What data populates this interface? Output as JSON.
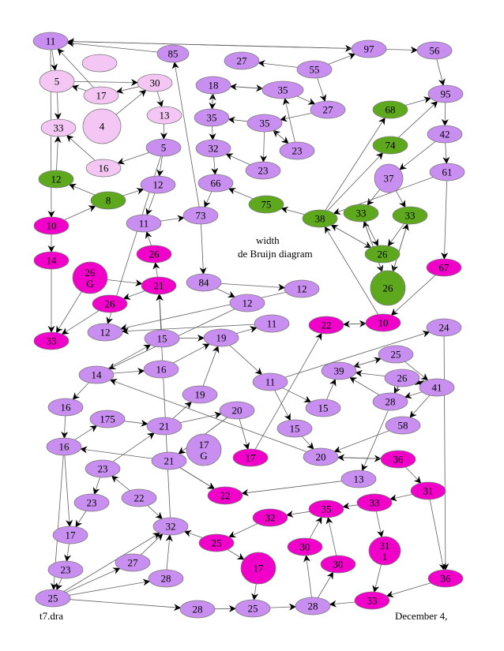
{
  "colors": {
    "lavender": "#c98ff0",
    "pink": "#f4c6f4",
    "green": "#5ea81e",
    "magenta": "#f000c8",
    "edge": "#606060",
    "node_stroke": "#7a7a7a"
  },
  "caption": {
    "title_line1": "width",
    "title_line2": "de Bruijn diagram",
    "file_name": "t7.dra",
    "date": "December 4,"
  },
  "nodes": [
    {
      "id": "n11a",
      "label": "11",
      "color": "lavender"
    },
    {
      "id": "n85",
      "label": "85",
      "color": "lavender"
    },
    {
      "id": "n97",
      "label": "97",
      "color": "lavender"
    },
    {
      "id": "n56",
      "label": "56",
      "color": "lavender"
    },
    {
      "id": "nblank",
      "label": "",
      "color": "pink"
    },
    {
      "id": "n27a",
      "label": "27",
      "color": "lavender"
    },
    {
      "id": "n55",
      "label": "55",
      "color": "lavender"
    },
    {
      "id": "n5a",
      "label": "5",
      "color": "pink"
    },
    {
      "id": "n17a",
      "label": "17",
      "color": "pink"
    },
    {
      "id": "n30a",
      "label": "30",
      "color": "pink"
    },
    {
      "id": "n18",
      "label": "18",
      "color": "lavender"
    },
    {
      "id": "n35a",
      "label": "35",
      "color": "lavender"
    },
    {
      "id": "n95",
      "label": "95",
      "color": "lavender"
    },
    {
      "id": "n68",
      "label": "68",
      "color": "green"
    },
    {
      "id": "n27b",
      "label": "27",
      "color": "lavender"
    },
    {
      "id": "n13a",
      "label": "13",
      "color": "pink"
    },
    {
      "id": "n4",
      "label": "4",
      "color": "pink"
    },
    {
      "id": "n35b",
      "label": "35",
      "color": "lavender"
    },
    {
      "id": "n35c",
      "label": "35",
      "color": "lavender"
    },
    {
      "id": "n33a",
      "label": "33",
      "color": "pink"
    },
    {
      "id": "n42",
      "label": "42",
      "color": "lavender"
    },
    {
      "id": "n5b",
      "label": "5",
      "color": "lavender"
    },
    {
      "id": "n32a",
      "label": "32",
      "color": "lavender"
    },
    {
      "id": "n23a",
      "label": "23",
      "color": "lavender"
    },
    {
      "id": "n74",
      "label": "74",
      "color": "green"
    },
    {
      "id": "n16a",
      "label": "16",
      "color": "pink"
    },
    {
      "id": "n23b",
      "label": "23",
      "color": "lavender"
    },
    {
      "id": "n61",
      "label": "61",
      "color": "lavender"
    },
    {
      "id": "n12a",
      "label": "12",
      "color": "green"
    },
    {
      "id": "n37",
      "label": "37",
      "color": "lavender"
    },
    {
      "id": "n66",
      "label": "66",
      "color": "lavender"
    },
    {
      "id": "n12b",
      "label": "12",
      "color": "lavender"
    },
    {
      "id": "n8",
      "label": "8",
      "color": "green"
    },
    {
      "id": "n75",
      "label": "75",
      "color": "green"
    },
    {
      "id": "n33b",
      "label": "33",
      "color": "green"
    },
    {
      "id": "n33c",
      "label": "33",
      "color": "green"
    },
    {
      "id": "n10a",
      "label": "10",
      "color": "magenta"
    },
    {
      "id": "n73",
      "label": "73",
      "color": "lavender"
    },
    {
      "id": "n11b",
      "label": "11",
      "color": "lavender"
    },
    {
      "id": "n38",
      "label": "38",
      "color": "green"
    },
    {
      "id": "n26a",
      "label": "26",
      "color": "magenta"
    },
    {
      "id": "n26b",
      "label": "26",
      "color": "green"
    },
    {
      "id": "n14a",
      "label": "14",
      "color": "magenta"
    },
    {
      "id": "n26G",
      "label": "26",
      "sub": "G",
      "color": "magenta"
    },
    {
      "id": "n67",
      "label": "67",
      "color": "magenta"
    },
    {
      "id": "n21a",
      "label": "21",
      "color": "magenta"
    },
    {
      "id": "n84",
      "label": "84",
      "color": "lavender"
    },
    {
      "id": "n26c",
      "label": "26",
      "color": "green"
    },
    {
      "id": "n26d",
      "label": "26",
      "color": "magenta"
    },
    {
      "id": "n12c",
      "label": "12",
      "color": "lavender"
    },
    {
      "id": "n12d",
      "label": "12",
      "color": "lavender"
    },
    {
      "id": "n33d",
      "label": "33",
      "color": "magenta"
    },
    {
      "id": "n10b",
      "label": "10",
      "color": "magenta"
    },
    {
      "id": "n22a",
      "label": "22",
      "color": "magenta"
    },
    {
      "id": "n11c",
      "label": "11",
      "color": "lavender"
    },
    {
      "id": "n12e",
      "label": "12",
      "color": "lavender"
    },
    {
      "id": "n24",
      "label": "24",
      "color": "lavender"
    },
    {
      "id": "n15a",
      "label": "15",
      "color": "lavender"
    },
    {
      "id": "n19a",
      "label": "19",
      "color": "lavender"
    },
    {
      "id": "n25a",
      "label": "25",
      "color": "lavender"
    },
    {
      "id": "n14b",
      "label": "14",
      "color": "lavender"
    },
    {
      "id": "n16b",
      "label": "16",
      "color": "lavender"
    },
    {
      "id": "n39",
      "label": "39",
      "color": "lavender"
    },
    {
      "id": "n26e",
      "label": "26",
      "color": "lavender"
    },
    {
      "id": "n11d",
      "label": "11",
      "color": "lavender"
    },
    {
      "id": "n41",
      "label": "41",
      "color": "lavender"
    },
    {
      "id": "n19b",
      "label": "19",
      "color": "lavender"
    },
    {
      "id": "n28a",
      "label": "28",
      "color": "lavender"
    },
    {
      "id": "n16c",
      "label": "16",
      "color": "lavender"
    },
    {
      "id": "n15b",
      "label": "15",
      "color": "lavender"
    },
    {
      "id": "n20a",
      "label": "20",
      "color": "lavender"
    },
    {
      "id": "n175",
      "label": "175",
      "color": "lavender"
    },
    {
      "id": "n21b",
      "label": "21",
      "color": "lavender"
    },
    {
      "id": "n58",
      "label": "58",
      "color": "lavender"
    },
    {
      "id": "n15c",
      "label": "15",
      "color": "lavender"
    },
    {
      "id": "n16d",
      "label": "16",
      "color": "lavender"
    },
    {
      "id": "n17G",
      "label": "17",
      "sub": "G",
      "color": "lavender"
    },
    {
      "id": "n21c",
      "label": "21",
      "color": "lavender"
    },
    {
      "id": "n17b",
      "label": "17",
      "color": "magenta"
    },
    {
      "id": "n20b",
      "label": "20",
      "color": "lavender"
    },
    {
      "id": "n36a",
      "label": "36",
      "color": "magenta"
    },
    {
      "id": "n23c",
      "label": "23",
      "color": "lavender"
    },
    {
      "id": "n13b",
      "label": "13",
      "color": "lavender"
    },
    {
      "id": "n31a",
      "label": "31",
      "color": "magenta"
    },
    {
      "id": "n22b",
      "label": "22",
      "color": "lavender"
    },
    {
      "id": "n22c",
      "label": "22",
      "color": "magenta"
    },
    {
      "id": "n23d",
      "label": "23",
      "color": "lavender"
    },
    {
      "id": "n35d",
      "label": "35",
      "color": "magenta"
    },
    {
      "id": "n33e",
      "label": "33",
      "color": "magenta"
    },
    {
      "id": "n32b",
      "label": "32",
      "color": "magenta"
    },
    {
      "id": "n32c",
      "label": "32",
      "color": "lavender"
    },
    {
      "id": "n17c",
      "label": "17",
      "color": "lavender"
    },
    {
      "id": "n25b",
      "label": "25",
      "color": "magenta"
    },
    {
      "id": "n30b",
      "label": "30",
      "color": "magenta"
    },
    {
      "id": "n31b",
      "label": "31",
      "sub": "1",
      "color": "magenta"
    },
    {
      "id": "n17d",
      "label": "17",
      "color": "magenta"
    },
    {
      "id": "n27c",
      "label": "27",
      "color": "lavender"
    },
    {
      "id": "n30c",
      "label": "30",
      "color": "magenta"
    },
    {
      "id": "n23e",
      "label": "23",
      "color": "lavender"
    },
    {
      "id": "n28b",
      "label": "28",
      "color": "lavender"
    },
    {
      "id": "n36b",
      "label": "36",
      "color": "magenta"
    },
    {
      "id": "n25c",
      "label": "25",
      "color": "lavender"
    },
    {
      "id": "n33f",
      "label": "33",
      "color": "magenta"
    },
    {
      "id": "n28c",
      "label": "28",
      "color": "lavender"
    },
    {
      "id": "n25d",
      "label": "25",
      "color": "lavender"
    },
    {
      "id": "n28d",
      "label": "28",
      "color": "lavender"
    }
  ],
  "edges": [
    [
      "n11a",
      "n97"
    ],
    [
      "n97",
      "n11a"
    ],
    [
      "n97",
      "n56"
    ],
    [
      "n55",
      "n97"
    ],
    [
      "n56",
      "n95"
    ],
    [
      "n55",
      "n27a"
    ],
    [
      "n55",
      "n27b"
    ],
    [
      "n95",
      "n42"
    ],
    [
      "n42",
      "n37"
    ],
    [
      "n42",
      "n61"
    ],
    [
      "n68",
      "n95"
    ],
    [
      "n74",
      "n95"
    ],
    [
      "n38",
      "n74"
    ],
    [
      "n37",
      "n33b"
    ],
    [
      "n37",
      "n33c"
    ],
    [
      "n33b",
      "n26c"
    ],
    [
      "n26c",
      "n33b"
    ],
    [
      "n33c",
      "n26c"
    ],
    [
      "n26c",
      "n33c"
    ],
    [
      "n33b",
      "n26b"
    ],
    [
      "n33c",
      "n26b"
    ],
    [
      "n38",
      "n26b"
    ],
    [
      "n26b",
      "n38"
    ],
    [
      "n61",
      "n67"
    ],
    [
      "n61",
      "n38"
    ],
    [
      "n38",
      "n68"
    ],
    [
      "n23a",
      "n35c"
    ],
    [
      "n27b",
      "n35c"
    ],
    [
      "n35c",
      "n35b"
    ],
    [
      "n35b",
      "n18"
    ],
    [
      "n18",
      "n35a"
    ],
    [
      "n35a",
      "n18"
    ],
    [
      "n35a",
      "n27b"
    ],
    [
      "n18",
      "n35b"
    ],
    [
      "n35b",
      "n32a"
    ],
    [
      "n32a",
      "n66"
    ],
    [
      "n35c",
      "n23a"
    ],
    [
      "n23b",
      "n32a"
    ],
    [
      "n23a",
      "n35a"
    ],
    [
      "n66",
      "n73"
    ],
    [
      "n75",
      "n66"
    ],
    [
      "n38",
      "n75"
    ],
    [
      "n35c",
      "n23b"
    ],
    [
      "n30a",
      "n17a"
    ],
    [
      "n17a",
      "n5a"
    ],
    [
      "n5a",
      "n30a"
    ],
    [
      "n17a",
      "n11a"
    ],
    [
      "n11a",
      "n5a"
    ],
    [
      "n4",
      "n30a"
    ],
    [
      "n30a",
      "n13a"
    ],
    [
      "n13a",
      "n5b"
    ],
    [
      "n5b",
      "n12b"
    ],
    [
      "n5b",
      "n16a"
    ],
    [
      "n5a",
      "n33a"
    ],
    [
      "n16a",
      "n33a"
    ],
    [
      "n12a",
      "n33a"
    ],
    [
      "n11a",
      "n10a"
    ],
    [
      "n10a",
      "n8"
    ],
    [
      "n8",
      "n12a"
    ],
    [
      "n8",
      "n12b"
    ],
    [
      "n12b",
      "n11b"
    ],
    [
      "n11b",
      "n73"
    ],
    [
      "n73",
      "n85"
    ],
    [
      "n85",
      "n11a"
    ],
    [
      "n5b",
      "n12e"
    ],
    [
      "n26a",
      "n11b"
    ],
    [
      "n21a",
      "n26a"
    ],
    [
      "n10a",
      "n14a"
    ],
    [
      "n14a",
      "n33d"
    ],
    [
      "n26G",
      "n33d"
    ],
    [
      "n26d",
      "n33d"
    ],
    [
      "n21a",
      "n26d"
    ],
    [
      "n26G",
      "n21a"
    ],
    [
      "n73",
      "n84"
    ],
    [
      "n84",
      "n12d"
    ],
    [
      "n12d",
      "n12e"
    ],
    [
      "n84",
      "n12c"
    ],
    [
      "n12c",
      "n14b"
    ],
    [
      "n14b",
      "n15a"
    ],
    [
      "n15a",
      "n19a"
    ],
    [
      "n15a",
      "n21a"
    ],
    [
      "n19a",
      "n11c"
    ],
    [
      "n11c",
      "n12e"
    ],
    [
      "n19a",
      "n11d"
    ],
    [
      "n16b",
      "n19a"
    ],
    [
      "n14b",
      "n16b"
    ],
    [
      "n14b",
      "n16c"
    ],
    [
      "n19b",
      "n19a"
    ],
    [
      "n21b",
      "n19b"
    ],
    [
      "n16c",
      "n16d"
    ],
    [
      "n175",
      "n21b"
    ],
    [
      "n21b",
      "n20a"
    ],
    [
      "n11d",
      "n15b"
    ],
    [
      "n11d",
      "n24"
    ],
    [
      "n11d",
      "n15c"
    ],
    [
      "n15c",
      "n20b"
    ],
    [
      "n20b",
      "n14b"
    ],
    [
      "n20a",
      "n17b"
    ],
    [
      "n20a",
      "n21c"
    ],
    [
      "n17b",
      "n22a"
    ],
    [
      "n22a",
      "n10b"
    ],
    [
      "n10b",
      "n22a"
    ],
    [
      "n10b",
      "n38"
    ],
    [
      "n67",
      "n10b"
    ],
    [
      "n24",
      "n36b"
    ],
    [
      "n25a",
      "n39"
    ],
    [
      "n25a",
      "n41"
    ],
    [
      "n39",
      "n25a"
    ],
    [
      "n26e",
      "n39"
    ],
    [
      "n26e",
      "n28a"
    ],
    [
      "n26e",
      "n41"
    ],
    [
      "n41",
      "n26e"
    ],
    [
      "n41",
      "n28a"
    ],
    [
      "n28a",
      "n39"
    ],
    [
      "n15b",
      "n39"
    ],
    [
      "n41",
      "n58"
    ],
    [
      "n58",
      "n20b"
    ],
    [
      "n20b",
      "n36a"
    ],
    [
      "n36a",
      "n20b"
    ],
    [
      "n36a",
      "n31a"
    ],
    [
      "n31a",
      "n33e"
    ],
    [
      "n26e",
      "n13b"
    ],
    [
      "n13b",
      "n22c"
    ],
    [
      "n21c",
      "n22c"
    ],
    [
      "n20a",
      "n21c"
    ],
    [
      "n21c",
      "n22c"
    ],
    [
      "n16d",
      "n175"
    ],
    [
      "n16d",
      "n17c"
    ],
    [
      "n21c",
      "n16d"
    ],
    [
      "n23c",
      "n21b"
    ],
    [
      "n22b",
      "n23c"
    ],
    [
      "n23c",
      "n23d"
    ],
    [
      "n23d",
      "n17c"
    ],
    [
      "n22b",
      "n32c"
    ],
    [
      "n32c",
      "n21a"
    ],
    [
      "n25b",
      "n32c"
    ],
    [
      "n32b",
      "n25b"
    ],
    [
      "n35d",
      "n32b"
    ],
    [
      "n33e",
      "n35d"
    ],
    [
      "n33e",
      "n31b"
    ],
    [
      "n31b",
      "n33f"
    ],
    [
      "n31a",
      "n36b"
    ],
    [
      "n25b",
      "n17d"
    ],
    [
      "n17d",
      "n25d"
    ],
    [
      "n30b",
      "n35d"
    ],
    [
      "n30c",
      "n35d"
    ],
    [
      "n17c",
      "n23e"
    ],
    [
      "n23e",
      "n25c"
    ],
    [
      "n16d",
      "n25c"
    ],
    [
      "n27c",
      "n32c"
    ],
    [
      "n28b",
      "n32c"
    ],
    [
      "n25c",
      "n27c"
    ],
    [
      "n25c",
      "n28b"
    ],
    [
      "n25c",
      "n32c"
    ],
    [
      "n25c",
      "n28c"
    ],
    [
      "n28c",
      "n25d"
    ],
    [
      "n25d",
      "n28d"
    ],
    [
      "n28d",
      "n30b"
    ],
    [
      "n28d",
      "n30c"
    ],
    [
      "n33f",
      "n28d"
    ],
    [
      "n36b",
      "n33f"
    ]
  ]
}
